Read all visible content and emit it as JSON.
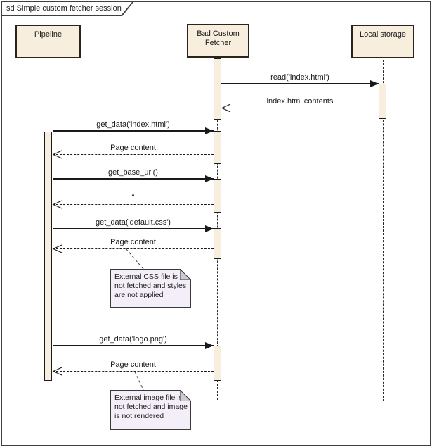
{
  "frame": {
    "title": "sd Simple custom fetcher session"
  },
  "lifelines": [
    {
      "name": "Pipeline"
    },
    {
      "name": "Bad Custom Fetcher"
    },
    {
      "name": "Local storage"
    }
  ],
  "messages": [
    {
      "label": "read('index.html')",
      "type": "call",
      "from": "Bad Custom Fetcher",
      "to": "Local storage"
    },
    {
      "label": "index.html contents",
      "type": "return",
      "from": "Local storage",
      "to": "Bad Custom Fetcher"
    },
    {
      "label": "get_data('index.html')",
      "type": "call",
      "from": "Pipeline",
      "to": "Bad Custom Fetcher"
    },
    {
      "label": "Page content",
      "type": "return",
      "from": "Bad Custom Fetcher",
      "to": "Pipeline"
    },
    {
      "label": "get_base_url()",
      "type": "call",
      "from": "Pipeline",
      "to": "Bad Custom Fetcher"
    },
    {
      "label": "''",
      "type": "return",
      "from": "Bad Custom Fetcher",
      "to": "Pipeline"
    },
    {
      "label": "get_data('default.css')",
      "type": "call",
      "from": "Pipeline",
      "to": "Bad Custom Fetcher"
    },
    {
      "label": "Page content",
      "type": "return",
      "from": "Bad Custom Fetcher",
      "to": "Pipeline"
    },
    {
      "label": "get_data('logo.png')",
      "type": "call",
      "from": "Pipeline",
      "to": "Bad Custom Fetcher"
    },
    {
      "label": "Page content",
      "type": "return",
      "from": "Bad Custom Fetcher",
      "to": "Pipeline"
    }
  ],
  "notes": [
    {
      "text": "External CSS file is not fetched and styles are not applied"
    },
    {
      "text": "External image file is not fetched and image is not rendered"
    }
  ],
  "colors": {
    "element_fill": "#f8eedd",
    "note_fill": "#f3eef8",
    "line": "#1a1a1a",
    "background": "#ffffff"
  },
  "diagram_type": "uml-sequence"
}
